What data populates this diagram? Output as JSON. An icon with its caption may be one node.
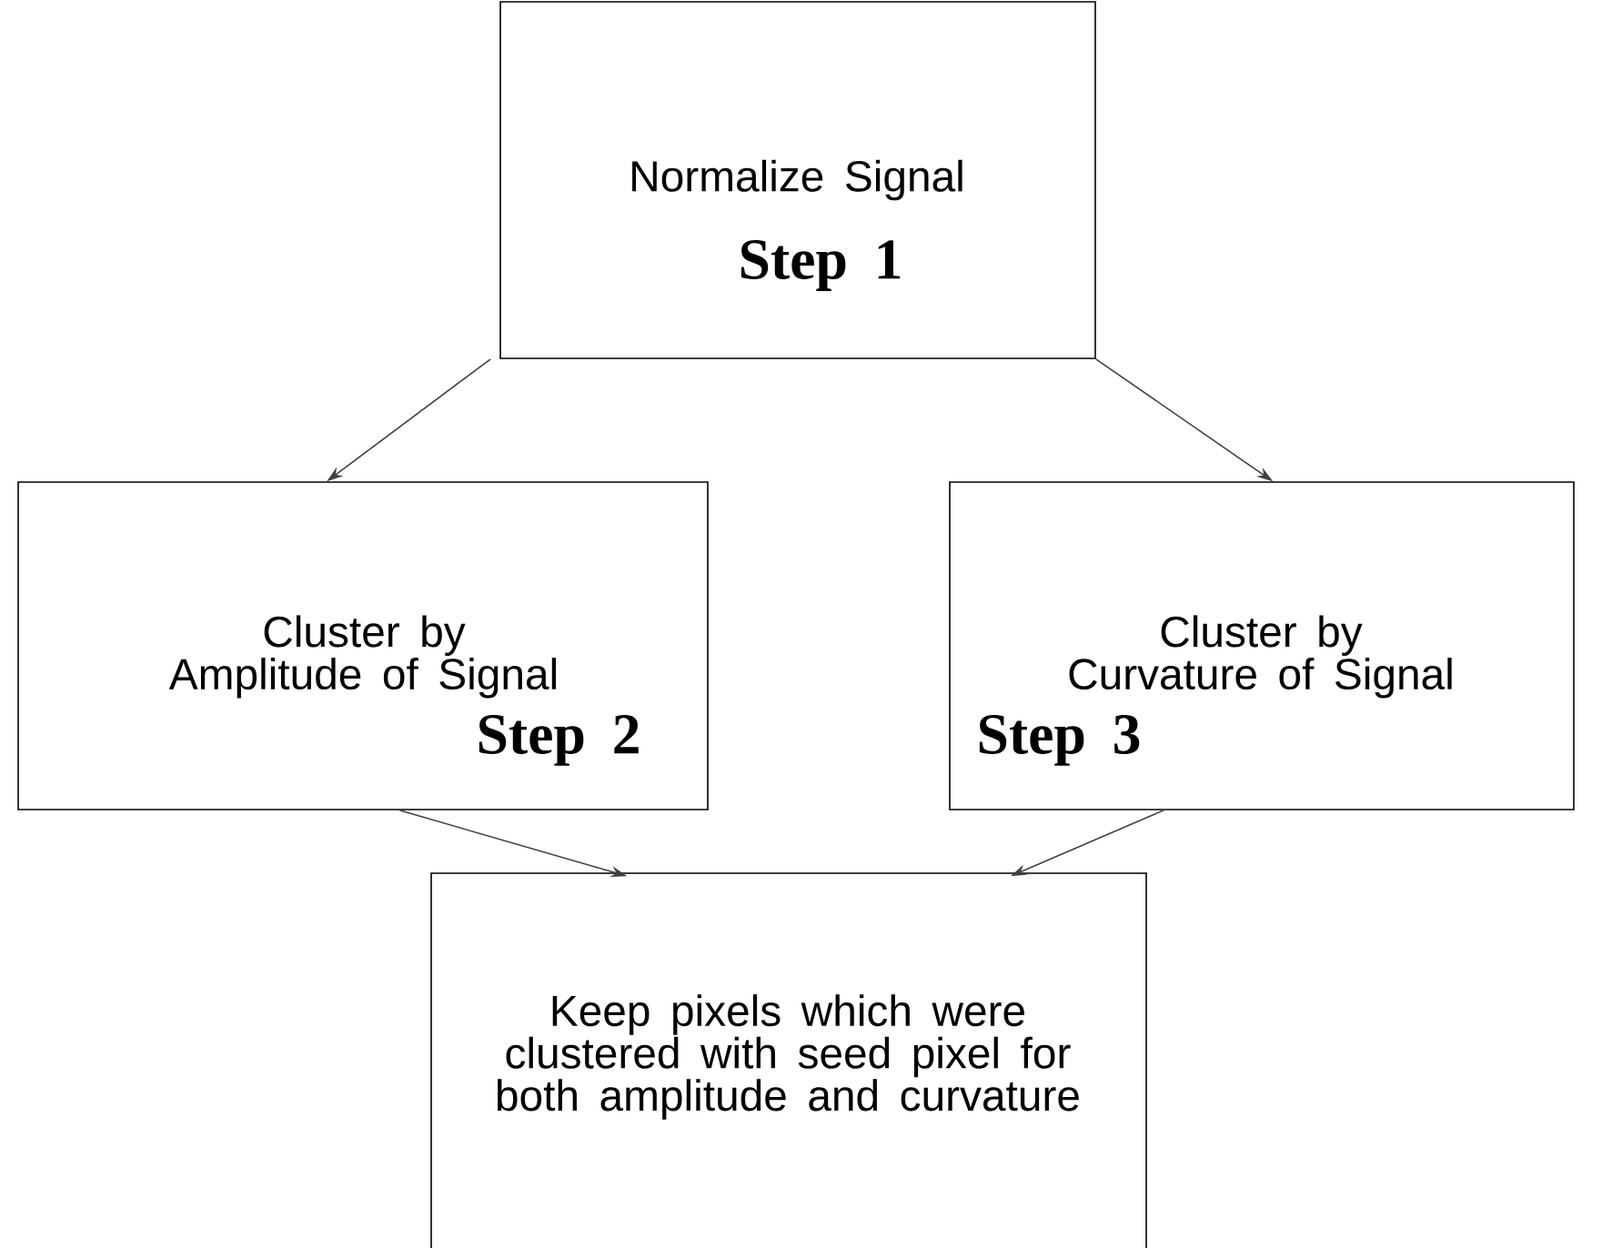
{
  "diagram": {
    "nodes": [
      {
        "text": [
          "Normalize Signal",
          "Step 1"
        ]
      },
      {
        "text": [
          "Cluster by Amplitude of Signal",
          "Step 2"
        ]
      },
      {
        "text": [
          "Cluster by Curvature of Signal",
          "Step 3"
        ]
      },
      {
        "text": [
          "Keep pixels which were clustered with seed pixel for both amplitude and curvature"
        ]
      }
    ],
    "edges": [
      {
        "from": 0,
        "to": 1,
        "arrow": "to"
      },
      {
        "from": 0,
        "to": 2,
        "arrow": "to"
      },
      {
        "from": 1,
        "to": 3,
        "arrow": "to"
      },
      {
        "from": 2,
        "to": 3,
        "arrow": "to"
      }
    ]
  }
}
